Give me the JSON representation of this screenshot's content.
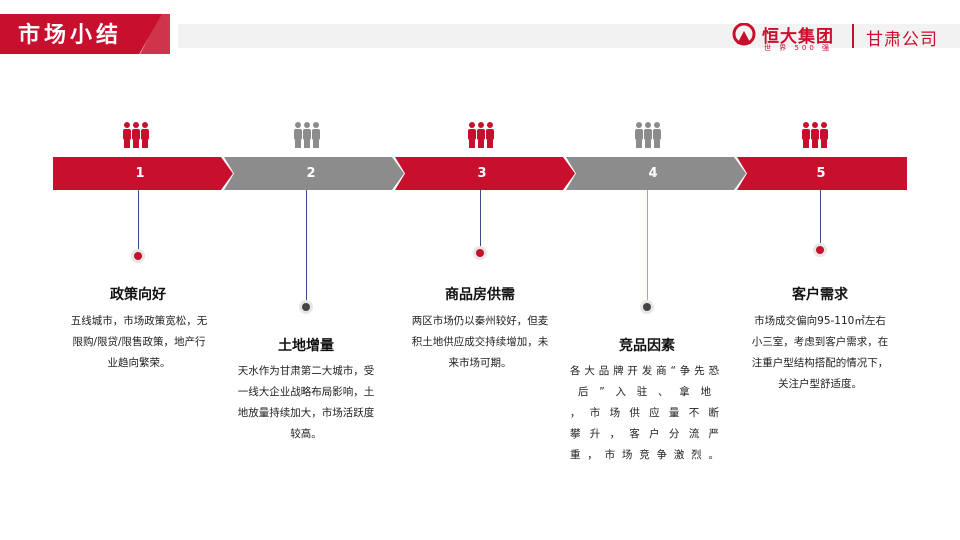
{
  "header": {
    "title": "市场小结"
  },
  "logo": {
    "name": "恒大集团",
    "subtitle": "世 界 500 强",
    "company": "甘肃公司"
  },
  "colors": {
    "red": "#c8102e",
    "gray": "#8c8c8c"
  },
  "timeline": [
    {
      "num": "1",
      "title": "政策向好",
      "lines": [
        "五线城市，市场政策宽松，无",
        "限购/限贷/限售政策，地产行",
        "业趋向繁荣。"
      ]
    },
    {
      "num": "2",
      "title": "土地增量",
      "lines": [
        "天水作为甘肃第二大城市，受",
        "一线大企业战略布局影响，土",
        "地放量持续加大，市场活跃度",
        "较高。"
      ]
    },
    {
      "num": "3",
      "title": "商品房供需",
      "lines": [
        "两区市场仍以秦州较好，但麦",
        "积土地供应成交持续增加，未",
        "来市场可期。"
      ]
    },
    {
      "num": "4",
      "title": "竞品因素",
      "lines": [
        "各大品牌开发商“争先恐",
        "后”入驻、拿地",
        "，市场供应量不断",
        "攀升，客户分流严",
        "重，市场竞争激烈。"
      ]
    },
    {
      "num": "5",
      "title": "客户需求",
      "lines": [
        "市场成交偏向95-110㎡左右",
        "小三室，考虑到客户需求，在",
        "注重户型结构搭配的情况下，",
        "关注户型舒适度。"
      ]
    }
  ]
}
